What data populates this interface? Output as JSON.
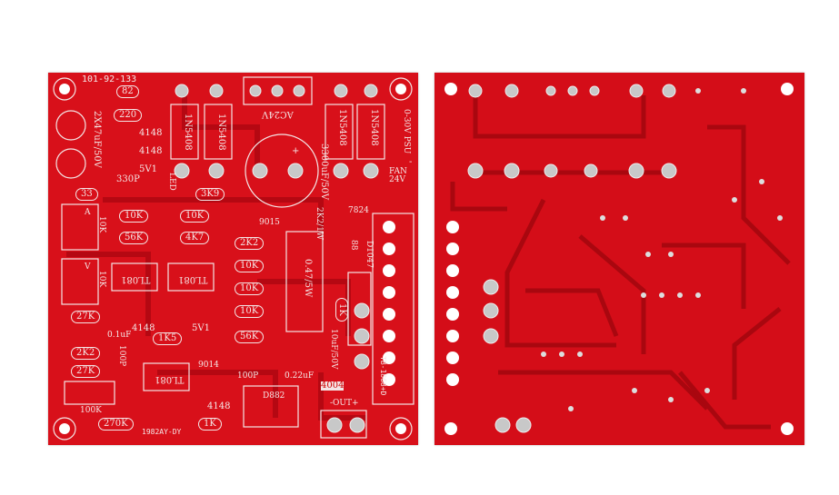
{
  "left_board": {
    "board_id": "101-92-133",
    "footer_code": "1982AY-DY",
    "resistors": [
      "82",
      "220",
      "33",
      "10K",
      "56K",
      "10K",
      "4K7",
      "3K9",
      "2K2",
      "10K",
      "10K",
      "10K",
      "56K",
      "27K",
      "2K2",
      "27K",
      "270K",
      "1K5",
      "1K",
      "1K"
    ],
    "diodes": [
      "4148",
      "4148",
      "5V1",
      "4148",
      "5V1",
      "4148",
      "4004"
    ],
    "rectifiers": [
      "1N5408",
      "1N5408",
      "1N5408",
      "1N5408"
    ],
    "capacitors": [
      "2X47uF/50V",
      "330P",
      "3300uF/50V",
      "0.1uF",
      "100P",
      "100P",
      "0.22uF",
      "10uF/50V"
    ],
    "ics": [
      "TL081",
      "TL081",
      "TL081"
    ],
    "transistors": [
      "9015",
      "9014",
      "D882",
      "D1047",
      "7824"
    ],
    "pots": [
      "10K",
      "10K",
      "100K"
    ],
    "pot_marks": [
      "A",
      "V"
    ],
    "misc": {
      "led": "LED",
      "ac": "AC24V",
      "psu": "0-30V PSU",
      "fan": "FAN 24V",
      "power_res": "0.47/5W",
      "res_1w": "2K2/1W",
      "out": "-OUT+",
      "terminal": "TB-1868+D",
      "plus": "+",
      "minus": "-",
      "seg": "88"
    }
  },
  "colors": {
    "board": "#d8101a",
    "silk": "#f4e6e6",
    "pad": "#c8c8c8"
  }
}
